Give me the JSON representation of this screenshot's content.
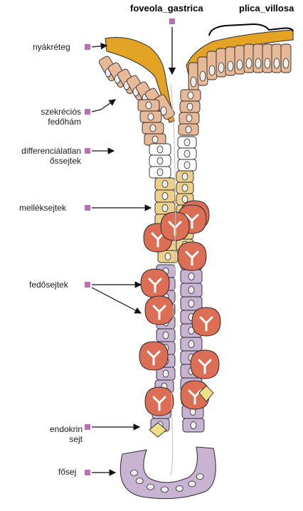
{
  "titles": {
    "foveola": "foveola_gastrica",
    "plica": "plica_villosa"
  },
  "labels": {
    "nyakreteg": "nyákréteg",
    "szekrecios_1": "szekréciós",
    "szekrecios_2": "fedőhám",
    "differencialatlan_1": "differenciálatlan",
    "differencialatlan_2": "őssejtek",
    "melleksejtek": "melléksejtek",
    "fedosejtek": "fedősejtek",
    "endokrin_1": "endokrin",
    "endokrin_2": "sejt",
    "fosej": "fősej"
  },
  "colors": {
    "marker": "#b86fb4",
    "mucus": "#e3a425",
    "surface_cell": "#e8b996",
    "undiff_cell": "#ffffff",
    "neck_cell": "#efd08a",
    "parietal_cell": "#dd6e56",
    "chief_cell": "#c8b3d3",
    "endocrine_cell": "#f1df86",
    "outline": "#2b2b2b"
  }
}
